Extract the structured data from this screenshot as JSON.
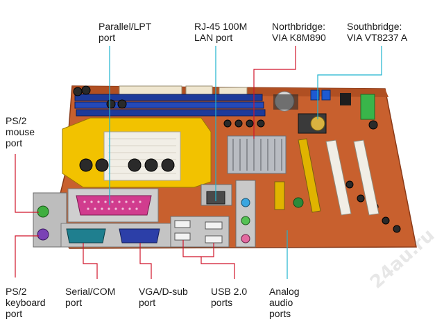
{
  "labels": {
    "parallel": "Parallel/LPT\nport",
    "rj45": "RJ-45 100M\nLAN port",
    "northbridge": "Northbridge:\nVIA K8M890",
    "southbridge": "Southbridge:\nVIA VT8237 A",
    "ps2_mouse": "PS/2\nmouse\nport",
    "ps2_keyboard": "PS/2\nkeyboard\nport",
    "serial": "Serial/COM\nport",
    "vga": "VGA/D-sub\nport",
    "usb": "USB 2.0\nports",
    "audio": "Analog\naudio\nports"
  },
  "watermark": "24au.ru",
  "colors": {
    "pcb": "#c8602e",
    "leader_red": "#d0142a",
    "leader_cyan": "#1fb3cf",
    "label_text": "#1a1a1a"
  }
}
